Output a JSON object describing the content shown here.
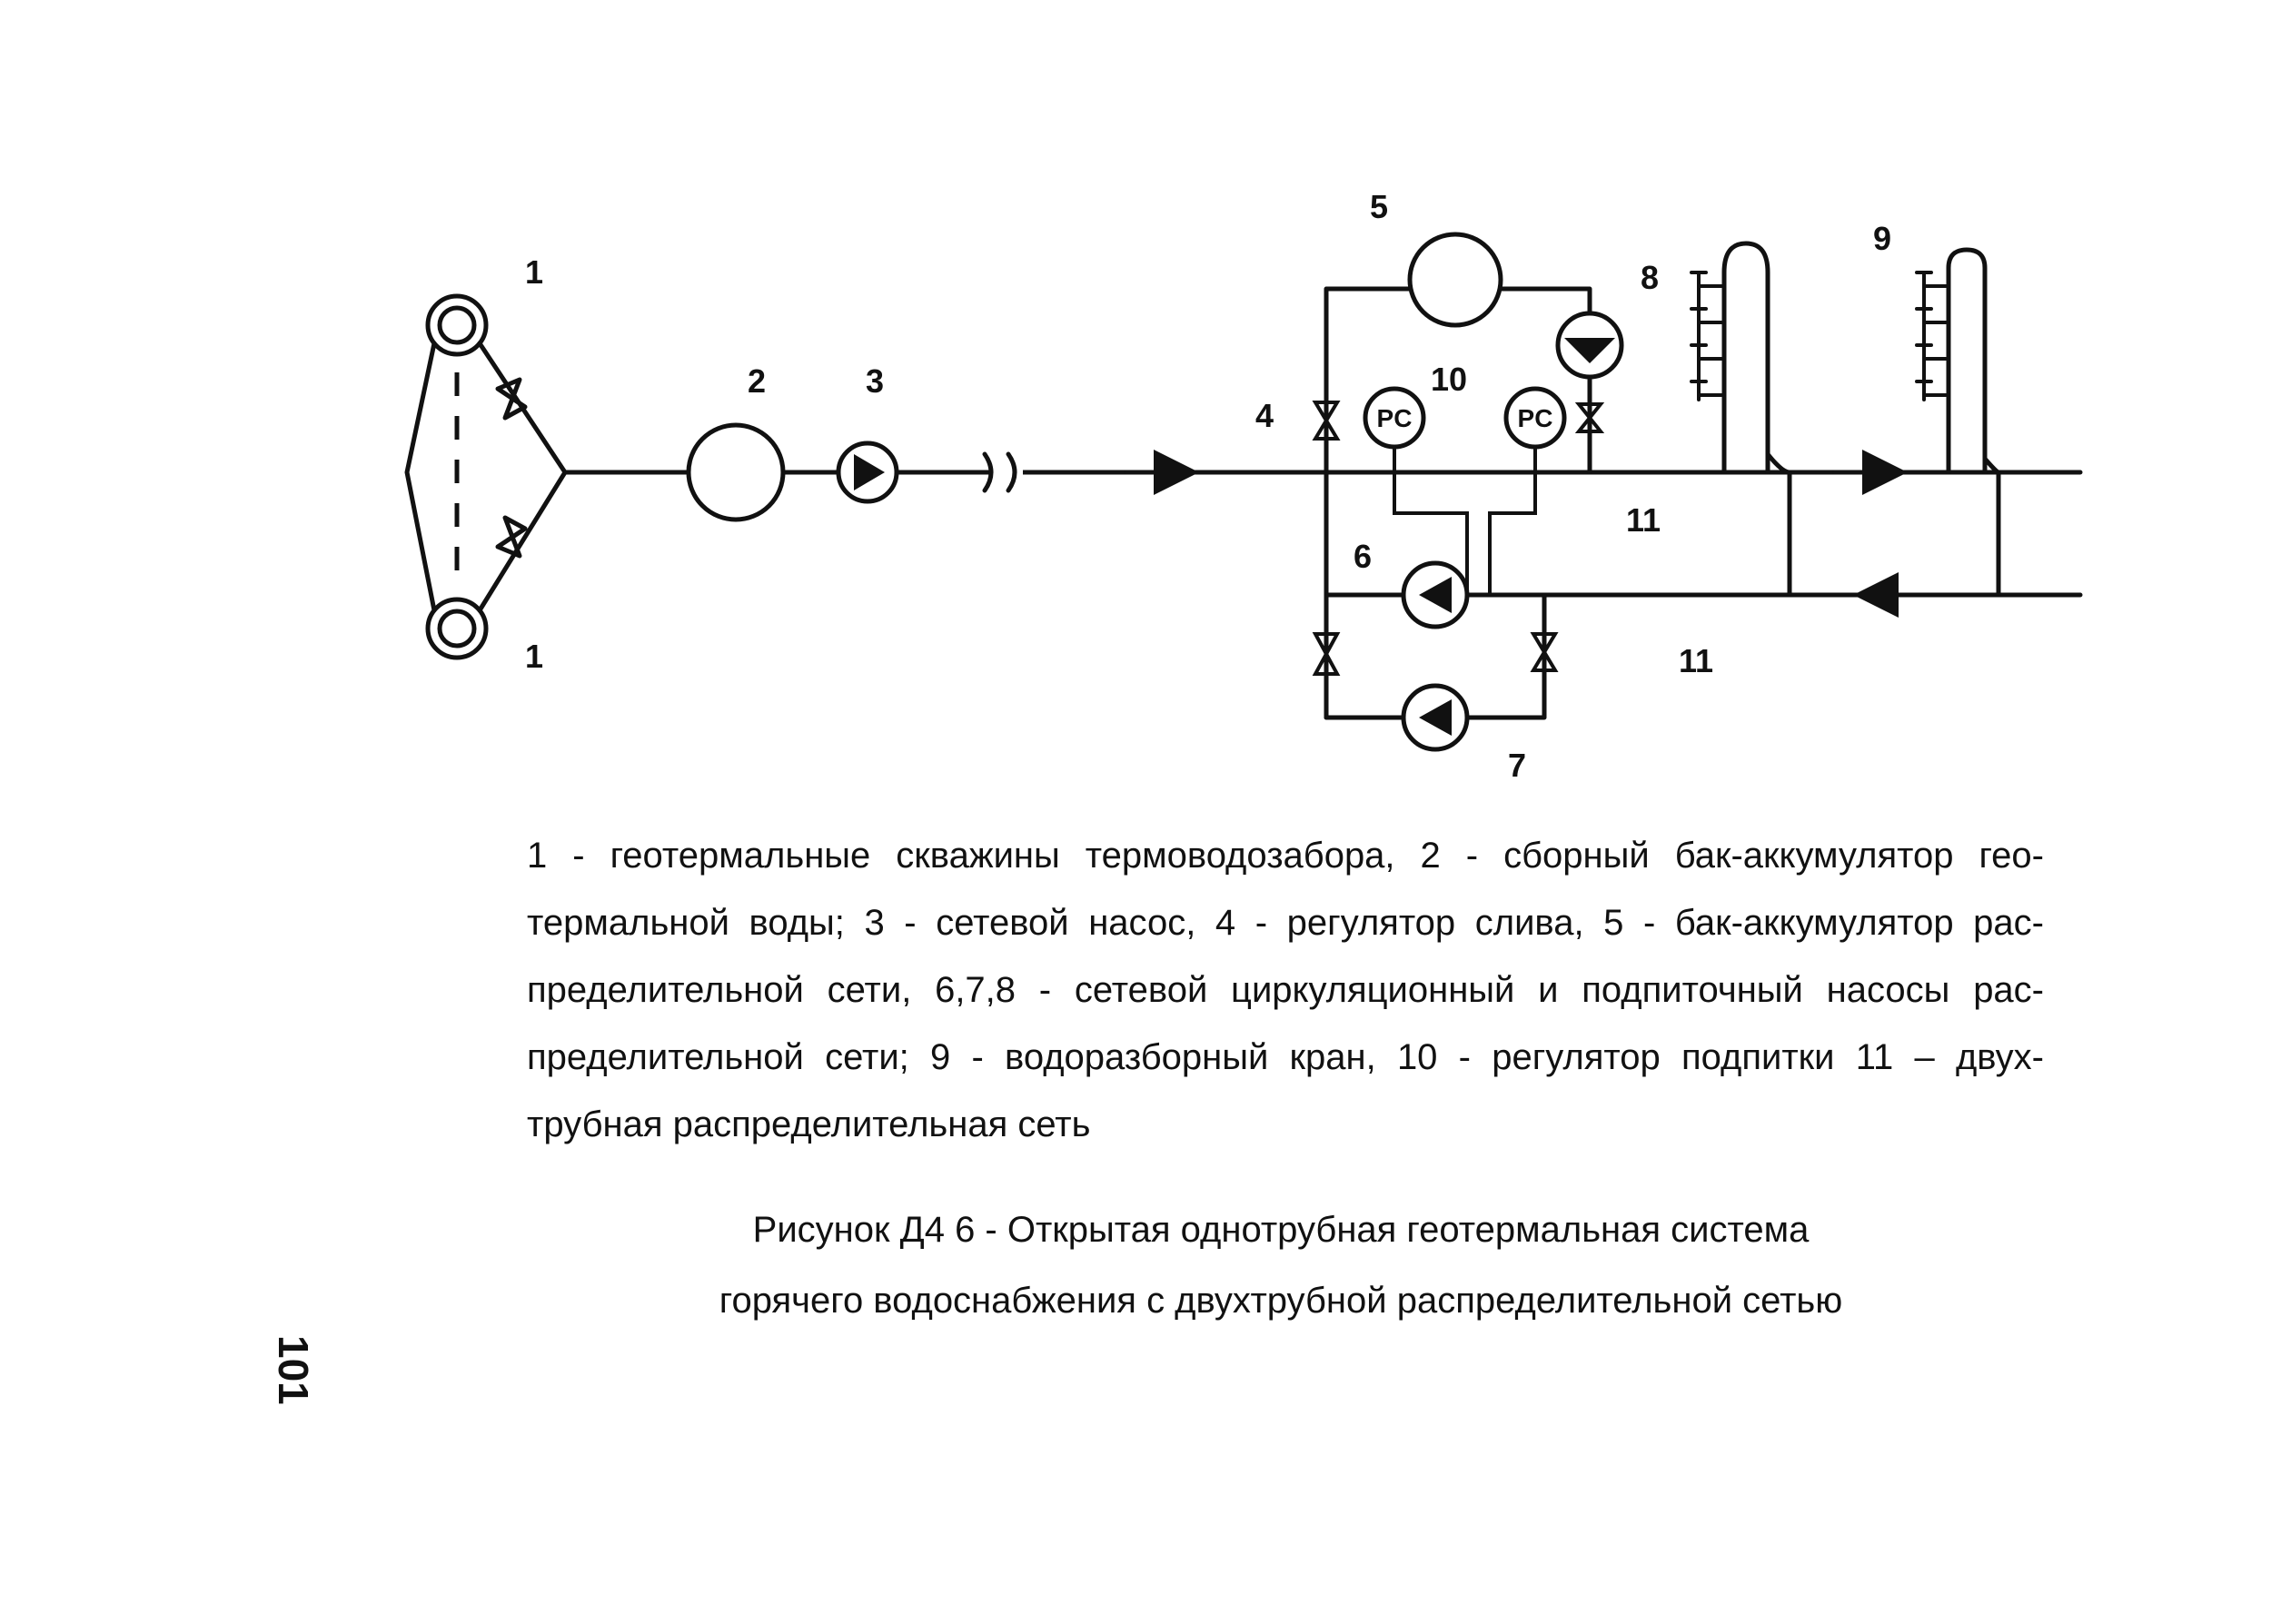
{
  "diagram": {
    "labels": {
      "well_top": "1",
      "well_bottom": "1",
      "tank": "2",
      "supply_pump": "3",
      "drain_regulator": "4",
      "network_tank": "5",
      "circulation_pump": "6",
      "makeup_pump": "7",
      "taps_8": "8",
      "taps_9": "9",
      "makeup_regulator": "10",
      "network_supply": "11",
      "network_return": "11"
    },
    "regulator_text": "PC"
  },
  "legend": {
    "line1": "1 - геотермальные скважины термоводозабора,  2 - сборный бак-аккумулятор гео-",
    "line2": "термальной воды;  3 - сетевой насос, 4 - регулятор слива, 5 - бак-аккумулятор рас-",
    "line3": "пределительной сети,  6,7,8 - сетевой циркуляционный и подпиточный насосы рас-",
    "line4": "пределительной сети;  9 - водоразборный кран, 10 - регулятор подпитки  11 – двух-",
    "line5": "трубная распределительная сеть"
  },
  "caption": {
    "line1": "Рисунок Д4 6 - Открытая однотрубная геотермальная система",
    "line2": "горячего водоснабжения с двухтрубной распределительной сетью"
  },
  "page_number": "101"
}
